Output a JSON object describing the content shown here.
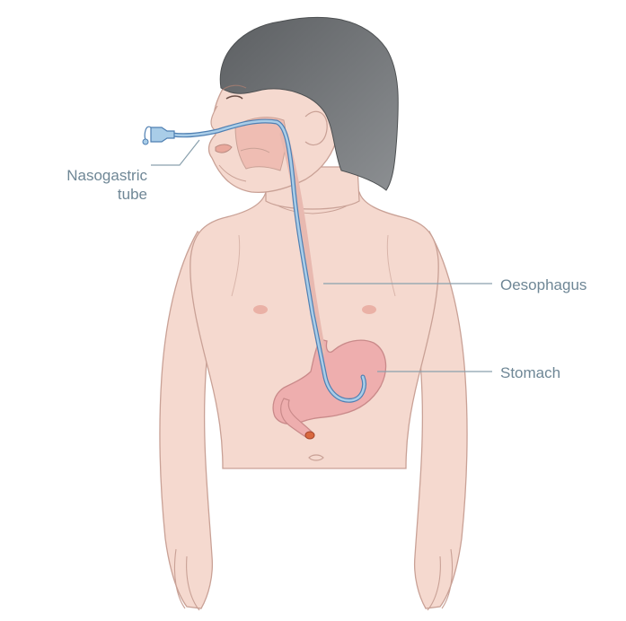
{
  "labels": {
    "tube_line1": "Nasogastric",
    "tube_line2": "tube",
    "oesophagus": "Oesophagus",
    "stomach": "Stomach"
  },
  "colors": {
    "skin": "#f5d9cf",
    "skin_outline": "#c9a196",
    "hair": "#6d7073",
    "stomach": "#eeaeae",
    "tube": "#a9cde8",
    "tube_outline": "#4f7fb2",
    "leader_line": "#8aa1ae",
    "label_text": "#6f8796"
  }
}
